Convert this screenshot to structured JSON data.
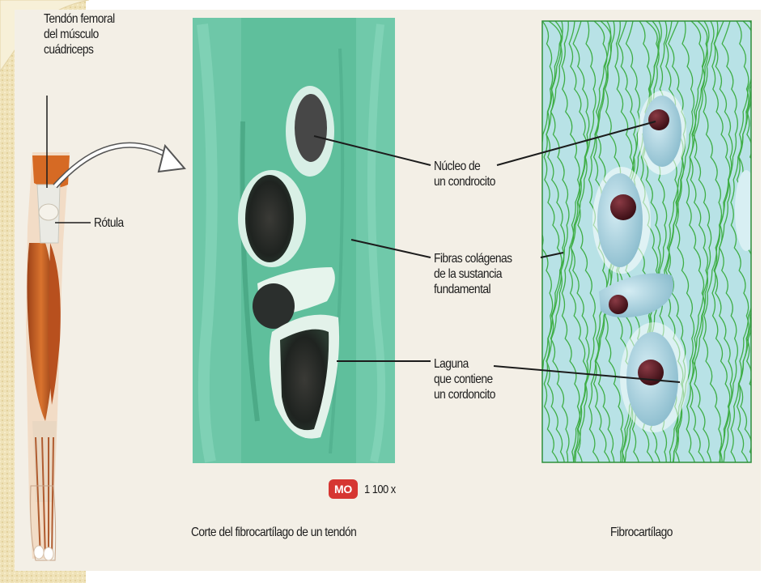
{
  "labels": {
    "tendon": "Tendón femoral\ndel músculo\ncuádriceps",
    "rotula": "Rótula",
    "nucleo": "Núcleo de\nun condrocito",
    "fibras": "Fibras colágenas\nde la sustancia\nfundamental",
    "laguna": "Laguna\nque contiene\nun cordoncito",
    "caption_left": "Corte del fibrocartílago de un tendón",
    "caption_right": "Fibrocartílago"
  },
  "magnification": {
    "badge": "MO",
    "value": "1 100 x"
  },
  "colors": {
    "sidebar": "#efe2b8",
    "panel": "#f3efe6",
    "micrograph_green": "#5fbf9c",
    "fibers": "#3fae46",
    "cell_blue": "#9fcbd8",
    "nucleus": "#5a1e26",
    "badge_red": "#d63632"
  }
}
